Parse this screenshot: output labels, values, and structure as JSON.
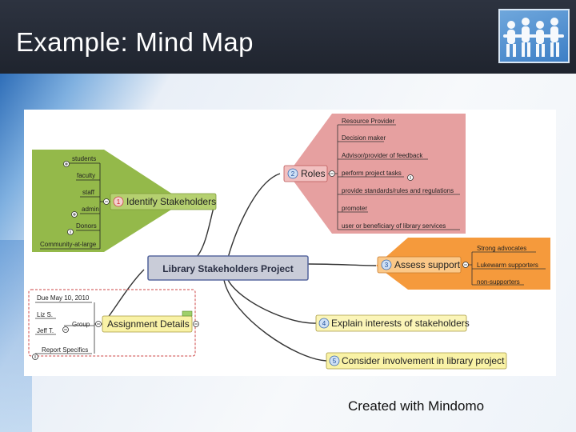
{
  "slide": {
    "title": "Example: Mind Map",
    "credit": "Created with Mindomo"
  },
  "mindmap": {
    "root": "Library Stakeholders Project",
    "branches": {
      "b1": {
        "number": "1",
        "label": "Identify Stakeholders",
        "children": [
          "students",
          "faculty",
          "staff",
          "admin",
          "Donors",
          "Community-at-large"
        ]
      },
      "b2": {
        "number": "2",
        "label": "Roles",
        "children": [
          "Resource Provider",
          "Decision maker",
          "Advisor/provider of feedback",
          "perform project tasks",
          "provide standards/rules and regulations",
          "promoter",
          "user or beneficiary of library services"
        ]
      },
      "b3": {
        "number": "3",
        "label": "Assess support",
        "children": [
          "Strong advocates",
          "Lukewarm supporters",
          "non-supporters"
        ]
      },
      "b4": {
        "number": "4",
        "label": "Explain interests of stakeholders"
      },
      "b5": {
        "number": "5",
        "label": "Consider involvement in library project"
      },
      "assignment": {
        "label": "Assignment Details",
        "due": "Due May 10, 2010",
        "member1": "Liz S.",
        "member2": "Jeff T.",
        "group": "Group",
        "specifics": "Report Specifics"
      }
    }
  },
  "colors": {
    "green": "#94b94a",
    "pink": "#e6a0a0",
    "orange": "#f59a3c",
    "yellow": "#f9f2a6",
    "root_fill": "#c9ccd8",
    "root_border": "#5a6aa0"
  }
}
